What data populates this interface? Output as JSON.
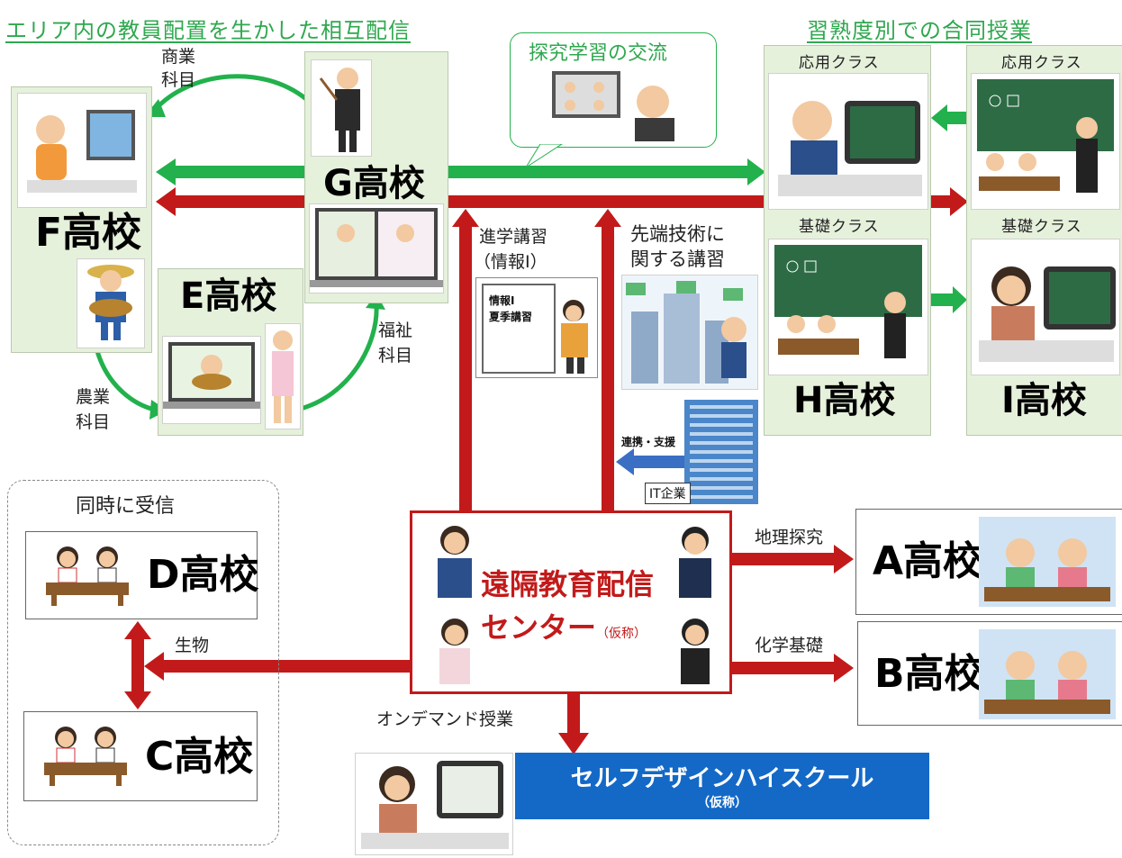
{
  "headings": {
    "left": "エリア内の教員配置を生かした相互配信",
    "right": "習熟度別での合同授業"
  },
  "schools": {
    "a": "A高校",
    "b": "B高校",
    "c": "C高校",
    "d": "D高校",
    "e": "E高校",
    "f": "F高校",
    "g": "G高校",
    "h": "H高校",
    "i": "I高校"
  },
  "class_labels": {
    "h_top": "応用クラス",
    "i_top": "応用クラス",
    "h_bottom": "基礎クラス",
    "i_bottom": "基礎クラス"
  },
  "subjects": {
    "commerce_1": "商業",
    "commerce_2": "科目",
    "welfare_1": "福祉",
    "welfare_2": "科目",
    "agriculture_1": "農業",
    "agriculture_2": "科目",
    "geo": "地理探究",
    "chem": "化学基礎",
    "bio": "生物",
    "on_demand": "オンデマンド授業"
  },
  "bubble": "探究学習の交流",
  "advanced": {
    "line1": "進学講習",
    "line2": "（情報Ⅰ）",
    "board1": "情報Ⅰ",
    "board2": "夏季講習"
  },
  "tech": {
    "line1": "先端技術に",
    "line2": "関する講習"
  },
  "collab": "連携・支援",
  "it_company": "IT企業",
  "simultaneous": "同時に受信",
  "center": {
    "line1": "遠隔教育配信",
    "line2": "センター",
    "suffix": "（仮称）"
  },
  "self_design": {
    "title": "セルフデザインハイスクール",
    "sub": "（仮称）"
  },
  "colors": {
    "heading_green": "#2fa84f",
    "arrow_red": "#c21a1a",
    "arrow_green": "#22b14c",
    "panel_green": "#e6f1dc",
    "self_design_blue": "#1469c7"
  }
}
